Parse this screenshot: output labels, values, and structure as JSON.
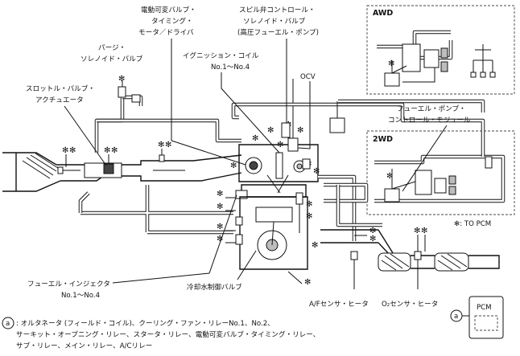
{
  "labels": {
    "vvt_motor": [
      "電動可変バルブ・",
      "タイミング・",
      "モータ／ドライバ"
    ],
    "spill_valve": [
      "スピル弁コントロール・",
      "ソレノイド・バルブ",
      "(高圧フューエル・ポンプ)"
    ],
    "purge_valve": [
      "パージ・",
      "ソレノイド・バルブ"
    ],
    "ignition_coil": [
      "イグニッション・コイル",
      "No.1〜No.4"
    ],
    "throttle": [
      "スロットル・バルブ・",
      "アクチュエータ"
    ],
    "ocv": "OCV",
    "fuel_pump_module": [
      "フューエル・ポンプ・",
      "コントロール・モジュール"
    ],
    "injector": [
      "フューエル・インジェクタ",
      "No.1〜No.4"
    ],
    "coolant_valve": "冷却水制御バルブ",
    "af_sensor": "A/Fセンサ・ヒータ",
    "o2_sensor": "O₂センサ・ヒータ",
    "pcm": "PCM"
  },
  "sections": {
    "awd": "AWD",
    "twod": "2WD"
  },
  "legend": {
    "asterisk": "✻",
    "to_pcm": "✻: TO PCM"
  },
  "footnote": {
    "mark": "a",
    "lines": [
      ": オルタネータ (フィールド・コイル)、クーリング・ファン・リレーNo.1、No.2、",
      "サーキット・オープニング・リレー、スタータ・リレー、電動可変バルブ・タイミング・リレー、",
      "サブ・リレー、メイン・リレー、A/Cリレー"
    ]
  }
}
